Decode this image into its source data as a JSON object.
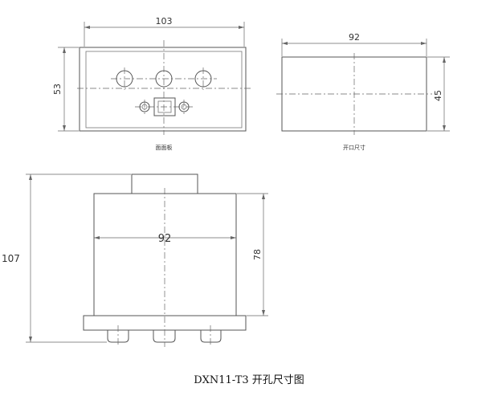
{
  "caption": "DXN11-T3 开孔尺寸图",
  "front_panel": {
    "width": "103",
    "height": "53",
    "label": "面面板"
  },
  "cutout": {
    "width": "92",
    "height": "45",
    "label": "开口尺寸"
  },
  "side_view": {
    "total_height": "107",
    "inner_width": "92",
    "body_height": "78"
  }
}
